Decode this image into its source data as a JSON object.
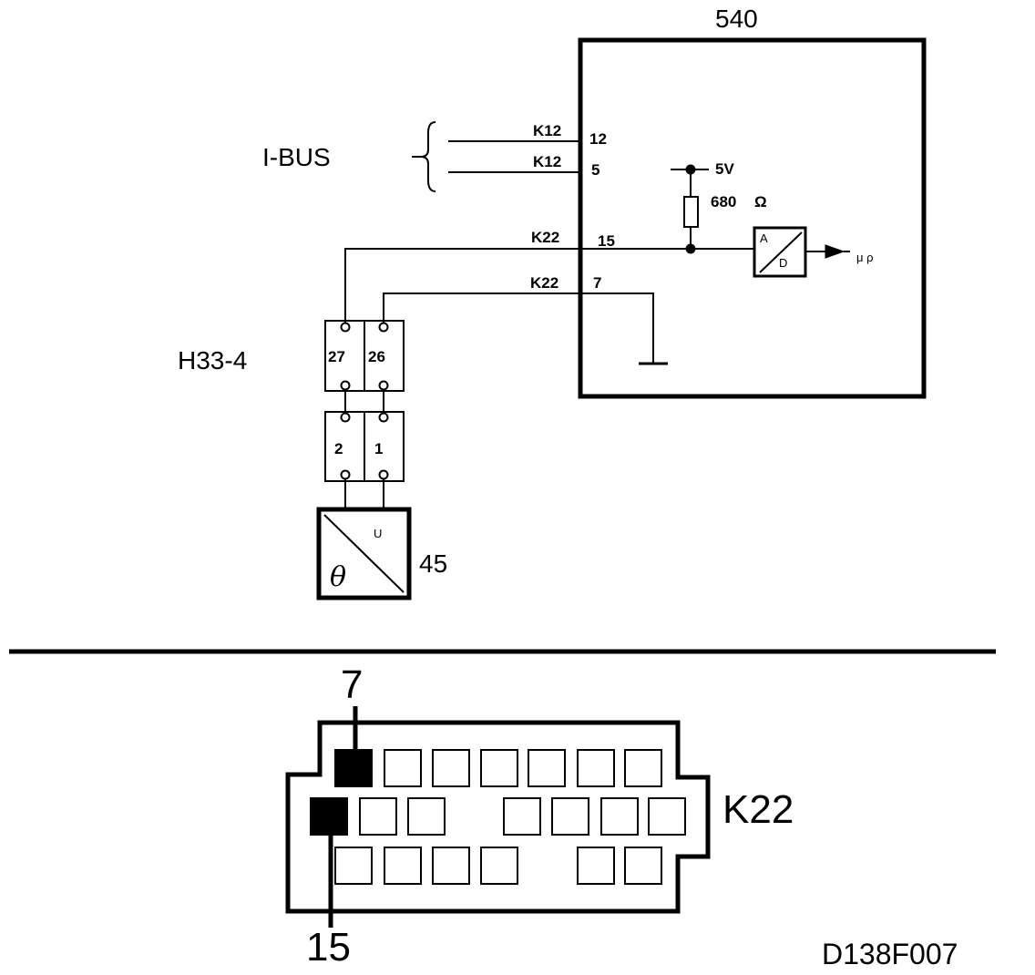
{
  "module": {
    "id": "540"
  },
  "bus": {
    "label": "I-BUS"
  },
  "connectors": {
    "k12_a": "K12",
    "k12_b": "K12",
    "k22_a": "K22",
    "k22_b": "K22",
    "k22_face": "K22"
  },
  "pins": {
    "p12": "12",
    "p5": "5",
    "p15": "15",
    "p7": "7"
  },
  "supply": {
    "voltage": "5V",
    "resistor": "680",
    "unit": "Ω"
  },
  "converter": {
    "a": "A",
    "d": "D",
    "output": "μ ρ"
  },
  "harness": {
    "label": "H33-4",
    "upper_pins": [
      "27",
      "26"
    ],
    "lower_pins": [
      "2",
      "1"
    ]
  },
  "sensor": {
    "id": "45",
    "u": "U",
    "theta": "θ"
  },
  "connector_face": {
    "pin_top": "7",
    "pin_bottom": "15"
  },
  "figure_code": "D138F007"
}
